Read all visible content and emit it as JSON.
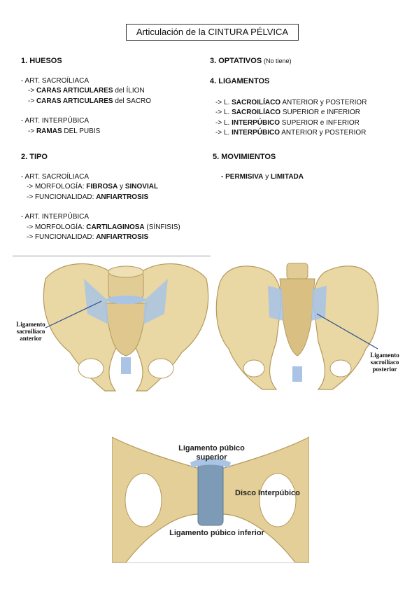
{
  "title": "Articulación de la CINTURA PÉLVICA",
  "huesos": {
    "heading": "1. HUESOS",
    "art1": "- ART. SACROÍLIACA",
    "art1_l1_pre": "->",
    "art1_l1_b": "CARAS ARTICULARES",
    "art1_l1_post": "del ÍLION",
    "art1_l2_pre": "->",
    "art1_l2_b": "CARAS ARTICULARES",
    "art1_l2_post": "del SACRO",
    "art2": "- ART. INTERPÚBICA",
    "art2_l1_pre": "->",
    "art2_l1_b": "RAMAS",
    "art2_l1_post": "DEL PUBIS"
  },
  "tipo": {
    "heading": "2. TIPO",
    "art1": "- ART. SACROÍLIACA",
    "m1_pre": "-> MORFOLOGÍA:",
    "m1_b1": "FIBROSA",
    "m1_mid": "y",
    "m1_b2": "SINOVIAL",
    "f1_pre": "-> FUNCIONALIDAD:",
    "f1_b": "ANFIARTROSIS",
    "art2": "- ART. INTERPÚBICA",
    "m2_pre": "-> MORFOLOGÍA:",
    "m2_b": "CARTILAGINOSA",
    "m2_post": "(SÍNFISIS)",
    "f2_pre": "-> FUNCIONALIDAD:",
    "f2_b": "ANFIARTROSIS"
  },
  "optativos": {
    "heading": "3. OPTATIVOS",
    "note": "(No tiene)"
  },
  "ligamentos": {
    "heading": "4. LIGAMENTOS",
    "items": [
      {
        "pre": "-> L.",
        "b": "SACROILÍACO",
        "post": "ANTERIOR y POSTERIOR"
      },
      {
        "pre": "-> L.",
        "b": "SACROILÍACO",
        "post": "SUPERIOR e INFERIOR"
      },
      {
        "pre": "-> L.",
        "b": "INTERPÚBICO",
        "post": "SUPERIOR e INFERIOR"
      },
      {
        "pre": "-> L.",
        "b": "INTERPÚBICO",
        "post": "ANTERIOR y POSTERIOR"
      }
    ]
  },
  "movimientos": {
    "heading": "5. MOVIMIENTOS",
    "pre": "-",
    "b1": "PERMISIVA",
    "mid": "y",
    "b2": "LIMITADA"
  },
  "figures": {
    "fig1_label_l1": "Ligamento",
    "fig1_label_l2": "sacroilíaco",
    "fig1_label_l3": "anterior",
    "fig2_label_l1": "Ligamento",
    "fig2_label_l2": "sacroilíaco",
    "fig2_label_l3": "posterior",
    "fig3_label_top_l1": "Ligamento púbico",
    "fig3_label_top_l2": "superior",
    "fig3_label_right": "Disco Interpúbico",
    "fig3_label_bottom": "Ligamento púbico inferior"
  },
  "colors": {
    "bone": "#e9d7a4",
    "bone_shadow": "#c9ad6e",
    "ligament": "#a9c4e4",
    "disc": "#7d9bb7"
  }
}
